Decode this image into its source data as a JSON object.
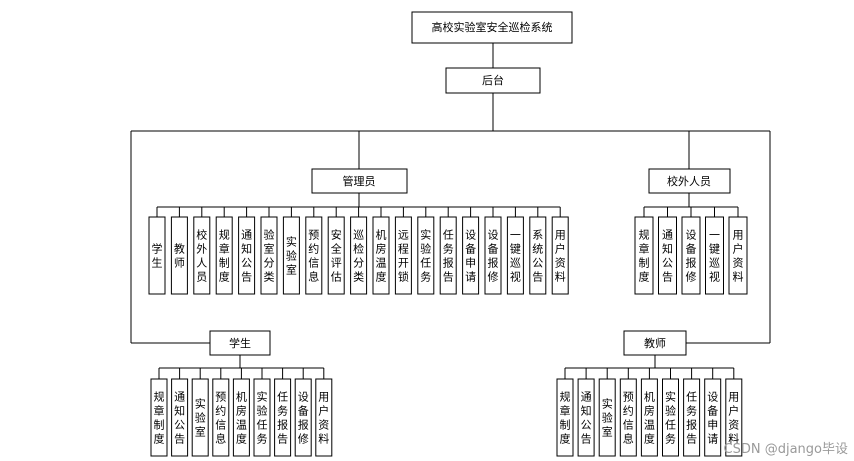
{
  "root": "高校实验室安全巡检系统",
  "backend": "后台",
  "admin": {
    "label": "管理员",
    "items": [
      "学生",
      "教师",
      "校外人员",
      "规章制度",
      "通知公告",
      "验室分类",
      "实验室",
      "预约信息",
      "安全评估",
      "巡检分类",
      "机房温度",
      "远程开锁",
      "实验任务",
      "任务报告",
      "设备申请",
      "设备报修",
      "一键巡视",
      "系统公告",
      "用户资料"
    ]
  },
  "outsider": {
    "label": "校外人员",
    "items": [
      "规章制度",
      "通知公告",
      "设备报修",
      "一键巡视",
      "用户资料"
    ]
  },
  "student": {
    "label": "学生",
    "items": [
      "规章制度",
      "通知公告",
      "实验室",
      "预约信息",
      "机房温度",
      "实验任务",
      "任务报告",
      "设备报修",
      "用户资料"
    ]
  },
  "teacher": {
    "label": "教师",
    "items": [
      "规章制度",
      "通知公告",
      "实验室",
      "预约信息",
      "机房温度",
      "实验任务",
      "任务报告",
      "设备申请",
      "用户资料"
    ]
  },
  "watermark": "CSDN @django毕设",
  "colors": {
    "line": "#000000",
    "box_fill": "#ffffff",
    "watermark": "#9a9a9a"
  }
}
